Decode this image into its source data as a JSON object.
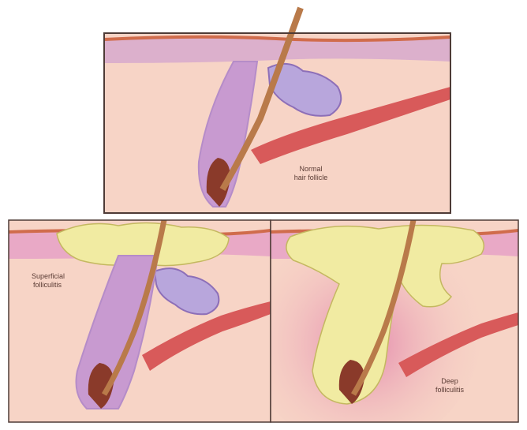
{
  "panels": {
    "top": {
      "label_line1": "Normal",
      "label_line2": "hair follicle"
    },
    "bottom_left": {
      "label_line1": "Superficial",
      "label_line2": "folliculitis"
    },
    "bottom_right": {
      "label_line1": "Deep",
      "label_line2": "folliculitis"
    }
  },
  "colors": {
    "dermis": "#f7d4c6",
    "epidermis": "#dcb0cc",
    "skin_line": "#d06c4c",
    "follicle_sheath": "#c89ad0",
    "hair_shaft": "#b97a4a",
    "muscle": "#d85a5a",
    "sebaceous_gland": "#b8a6dc",
    "pus": "#f1eba2",
    "inflammation": "#e9a2c2",
    "frame": "#4e3b36"
  }
}
